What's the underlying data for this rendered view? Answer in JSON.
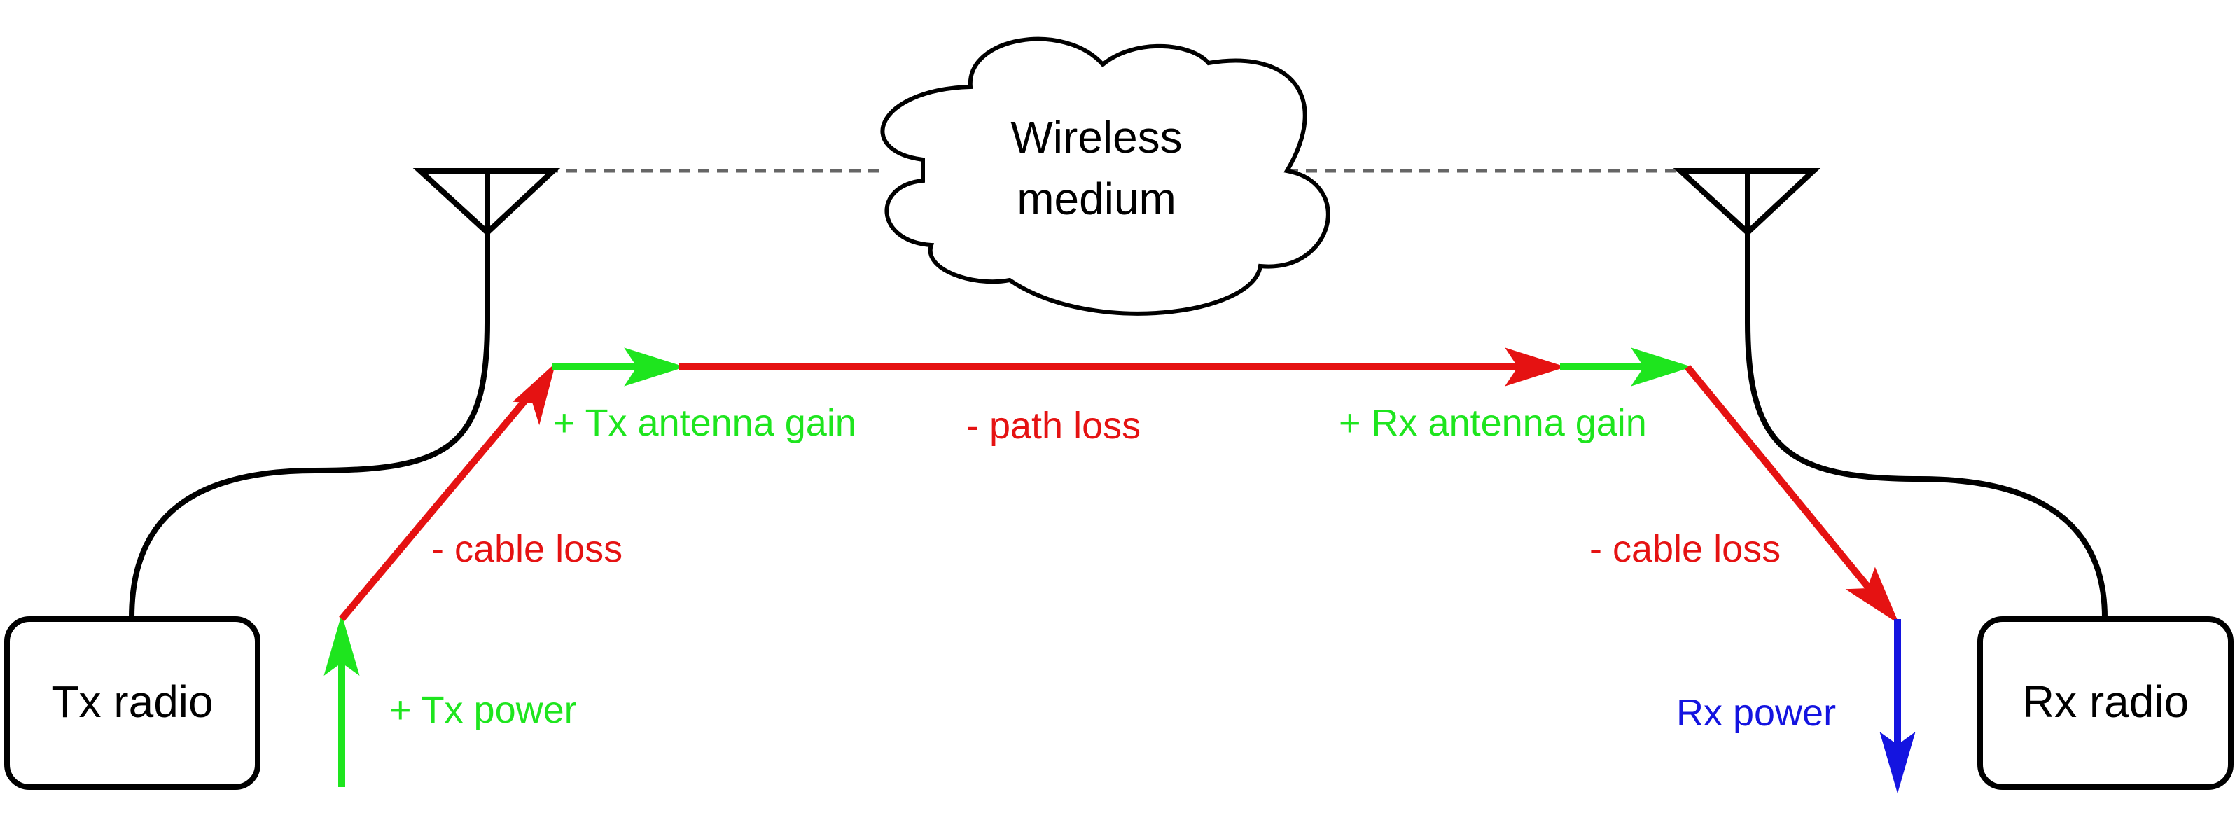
{
  "nodes": {
    "tx_radio": "Tx radio",
    "rx_radio": "Rx radio",
    "medium_line1": "Wireless",
    "medium_line2": "medium"
  },
  "labels": {
    "tx_power": "+ Tx power",
    "tx_cable_loss": "- cable loss",
    "tx_antenna_gain": "+ Tx antenna gain",
    "path_loss": "- path loss",
    "rx_antenna_gain": "+ Rx antenna gain",
    "rx_cable_loss": "- cable loss",
    "rx_power": "Rx power"
  },
  "colors": {
    "gain": "#1ee51e",
    "loss": "#e51212",
    "received": "#1414e0",
    "outline": "#000000",
    "medium_link": "#666666"
  }
}
